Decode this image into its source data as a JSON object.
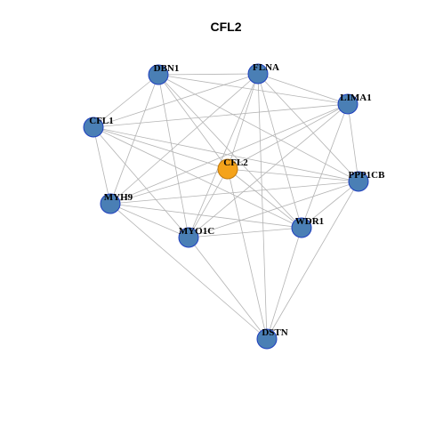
{
  "title": "CFL2",
  "colors": {
    "hub_fill": "#f5a31a",
    "hub_stroke": "#c07a10",
    "node_fill": "#4a7fb5",
    "node_stroke": "#1f3fbf",
    "edge": "#b4b4b4"
  },
  "graph": {
    "hub": "CFL2",
    "nodes": [
      "CFL2",
      "DBN1",
      "FLNA",
      "LIMA1",
      "CFL1",
      "PPP1CB",
      "MYH9",
      "WDR1",
      "MYO1C",
      "DSTN"
    ],
    "edges": [
      [
        "CFL2",
        "DBN1"
      ],
      [
        "CFL2",
        "FLNA"
      ],
      [
        "CFL2",
        "LIMA1"
      ],
      [
        "CFL2",
        "CFL1"
      ],
      [
        "CFL2",
        "PPP1CB"
      ],
      [
        "CFL2",
        "MYH9"
      ],
      [
        "CFL2",
        "WDR1"
      ],
      [
        "CFL2",
        "MYO1C"
      ],
      [
        "CFL2",
        "DSTN"
      ],
      [
        "DBN1",
        "FLNA"
      ],
      [
        "DBN1",
        "LIMA1"
      ],
      [
        "DBN1",
        "CFL1"
      ],
      [
        "DBN1",
        "PPP1CB"
      ],
      [
        "DBN1",
        "MYH9"
      ],
      [
        "DBN1",
        "WDR1"
      ],
      [
        "DBN1",
        "MYO1C"
      ],
      [
        "FLNA",
        "LIMA1"
      ],
      [
        "FLNA",
        "CFL1"
      ],
      [
        "FLNA",
        "PPP1CB"
      ],
      [
        "FLNA",
        "MYH9"
      ],
      [
        "FLNA",
        "WDR1"
      ],
      [
        "FLNA",
        "MYO1C"
      ],
      [
        "FLNA",
        "DSTN"
      ],
      [
        "LIMA1",
        "CFL1"
      ],
      [
        "LIMA1",
        "PPP1CB"
      ],
      [
        "LIMA1",
        "MYH9"
      ],
      [
        "LIMA1",
        "WDR1"
      ],
      [
        "LIMA1",
        "MYO1C"
      ],
      [
        "CFL1",
        "PPP1CB"
      ],
      [
        "CFL1",
        "MYH9"
      ],
      [
        "CFL1",
        "WDR1"
      ],
      [
        "CFL1",
        "MYO1C"
      ],
      [
        "PPP1CB",
        "MYH9"
      ],
      [
        "PPP1CB",
        "WDR1"
      ],
      [
        "PPP1CB",
        "MYO1C"
      ],
      [
        "PPP1CB",
        "DSTN"
      ],
      [
        "MYH9",
        "WDR1"
      ],
      [
        "MYH9",
        "MYO1C"
      ],
      [
        "MYH9",
        "DSTN"
      ],
      [
        "WDR1",
        "MYO1C"
      ],
      [
        "WDR1",
        "DSTN"
      ],
      [
        "MYO1C",
        "DSTN"
      ]
    ]
  }
}
